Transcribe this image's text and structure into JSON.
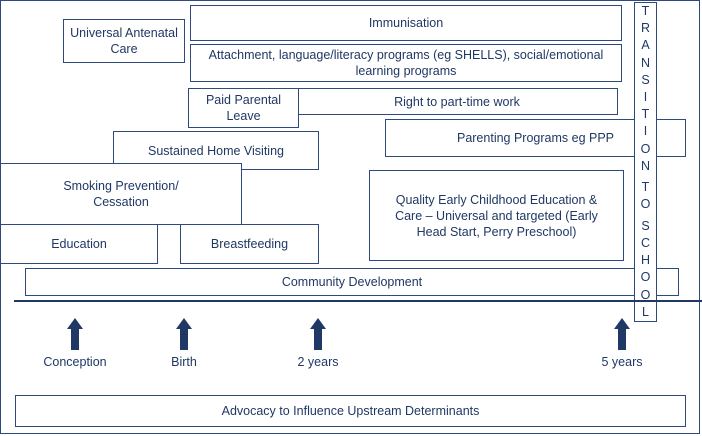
{
  "boxes": {
    "universal_antenatal_care": "Universal Antenatal Care",
    "immunisation": "Immunisation",
    "attachment_programs": "Attachment, language/literacy programs (eg SHELLS), social/emotional learning programs",
    "paid_parental_leave": "Paid Parental Leave",
    "right_to_part_time_work": "Right to part-time work",
    "parenting_programs": "Parenting Programs eg PPP",
    "sustained_home_visiting": "Sustained Home Visiting",
    "smoking_prevention": "Smoking Prevention/ Cessation",
    "quality_early_childhood": "Quality Early Childhood Education & Care – Universal and targeted (Early Head Start, Perry Preschool)",
    "education": "Education",
    "breastfeeding": "Breastfeeding",
    "community_development": "Community Development",
    "advocacy": "Advocacy to Influence Upstream Determinants"
  },
  "transition_letters": [
    "T",
    "R",
    "A",
    "N",
    "S",
    "I",
    "T",
    "I",
    "O",
    "N",
    "",
    "T",
    "O",
    "",
    "S",
    "C",
    "H",
    "O",
    "O",
    "L"
  ],
  "milestones": {
    "conception": "Conception",
    "birth": "Birth",
    "two_years": "2 years",
    "five_years": "5 years"
  },
  "colors": {
    "line": "#2e4a7a",
    "text": "#1f3864"
  }
}
